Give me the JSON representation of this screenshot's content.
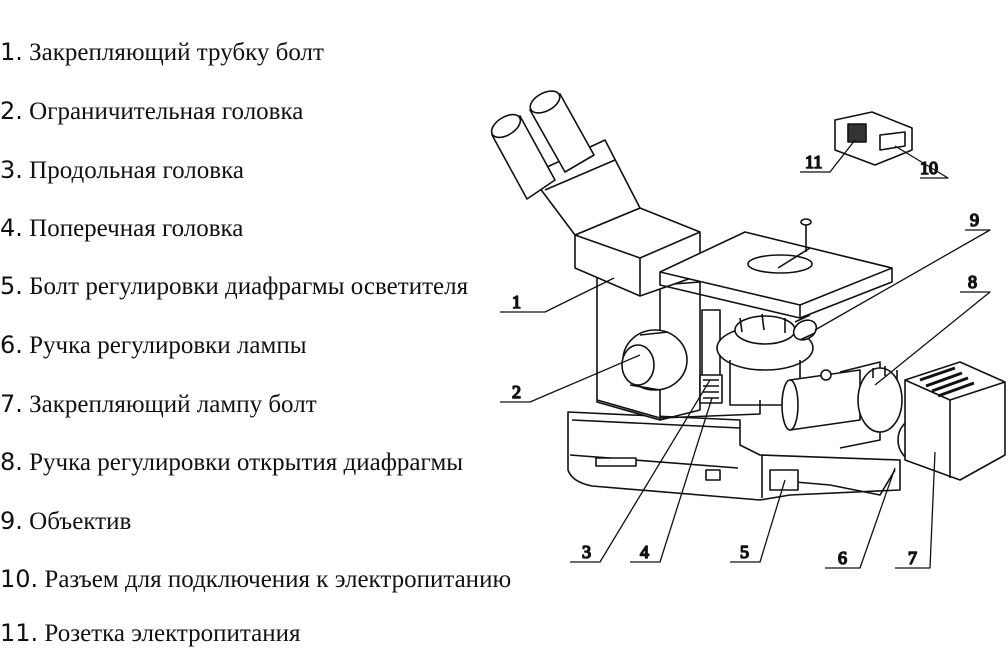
{
  "legend": [
    {
      "num": "1.",
      "text": "Закрепляющий трубку болт"
    },
    {
      "num": "2.",
      "text": "Ограничительная головка"
    },
    {
      "num": "3.",
      "text": "Продольная головка"
    },
    {
      "num": "4.",
      "text": "Поперечная головка"
    },
    {
      "num": "5.",
      "text": "Болт регулировки диафрагмы осветителя"
    },
    {
      "num": "6.",
      "text": "Ручка регулировки лампы"
    },
    {
      "num": "7.",
      "text": "Закрепляющий лампу болт"
    },
    {
      "num": "8.",
      "text": "Ручка регулировки открытия диафрагмы"
    },
    {
      "num": "9.",
      "text": "Объектив"
    },
    {
      "num": "10.",
      "text": "Разъем для подключения к электропитанию"
    },
    {
      "num": "11.",
      "text": "Розетка электропитания"
    }
  ],
  "callouts": {
    "c1": "1",
    "c2": "2",
    "c3": "3",
    "c4": "4",
    "c5": "5",
    "c6": "6",
    "c7": "7",
    "c8": "8",
    "c9": "9",
    "c10": "10",
    "c11": "11"
  }
}
